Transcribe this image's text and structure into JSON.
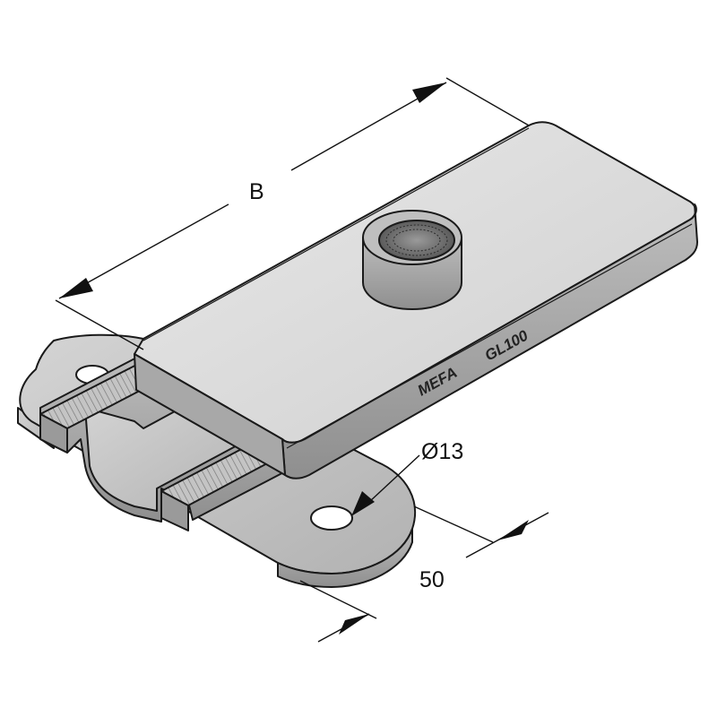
{
  "labels": {
    "width_dimension": "B",
    "hole_diameter": "Ø13",
    "plate_width": "50",
    "brand_mark": "MEFA",
    "model_mark": "GL100"
  },
  "colors": {
    "outline": "#1a1a1a",
    "steel_light": "#d9d9d9",
    "steel_mid": "#b8b8b8",
    "steel_dark": "#8c8c8c",
    "nut_dark": "#5a5a5a",
    "dimension": "#111111"
  }
}
